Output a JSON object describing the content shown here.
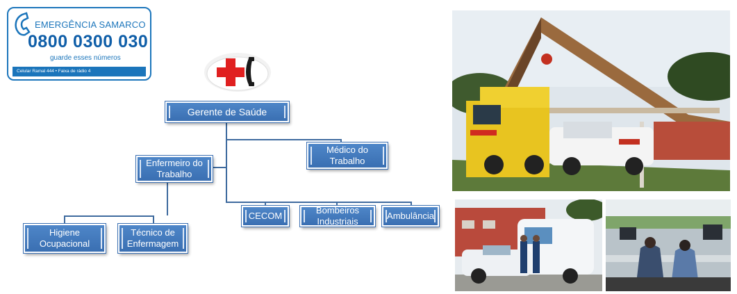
{
  "emergency_card": {
    "title": "EMERGÊNCIA SAMARCO",
    "number": "0800 0300 030",
    "subtitle": "guarde esses números",
    "footer": "Celular Ramal 444 • Faixa de rádio 4"
  },
  "org_chart": {
    "root": "Gerente de Saúde",
    "nodes": {
      "medico": "Médico do Trabalho",
      "enfermeiro": "Enfermeiro do Trabalho",
      "higiene": "Higiene Ocupacional",
      "tecnico": "Técnico de Enfermagem",
      "cecom": "CECOM",
      "bombeiros": "Bombeiros Industriais",
      "ambulancia": "Ambulância"
    }
  },
  "colors": {
    "brand_blue": "#1b75bb",
    "box_blue": "#4279bd",
    "logo_red": "#e02020"
  },
  "photos": [
    "fire-station-photo",
    "ambulance-photo",
    "control-room-photo"
  ]
}
